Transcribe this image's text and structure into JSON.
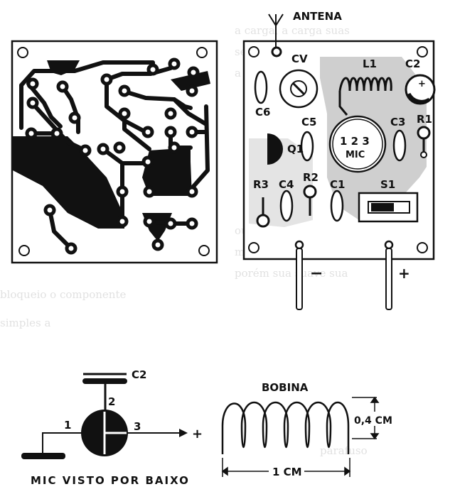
{
  "board_labels": {
    "antenna": "ANTENA",
    "cv": "CV",
    "l1": "L1",
    "c2": "C2",
    "c6": "C6",
    "c5": "C5",
    "c3": "C3",
    "r1": "R1",
    "q1": "Q1",
    "mic_pins": "1 2 3",
    "mic": "MIC",
    "r3": "R3",
    "c4": "C4",
    "r2": "R2",
    "c1": "C1",
    "s1": "S1",
    "minus": "−",
    "plus": "+"
  },
  "mic_detail": {
    "c2": "C2",
    "pin1": "1",
    "pin2": "2",
    "pin3": "3",
    "plus": "+",
    "caption": "MIC VISTO POR BAIXO"
  },
  "coil_detail": {
    "title": "BOBINA",
    "diameter": "0,4 CM",
    "length": "1 CM"
  }
}
